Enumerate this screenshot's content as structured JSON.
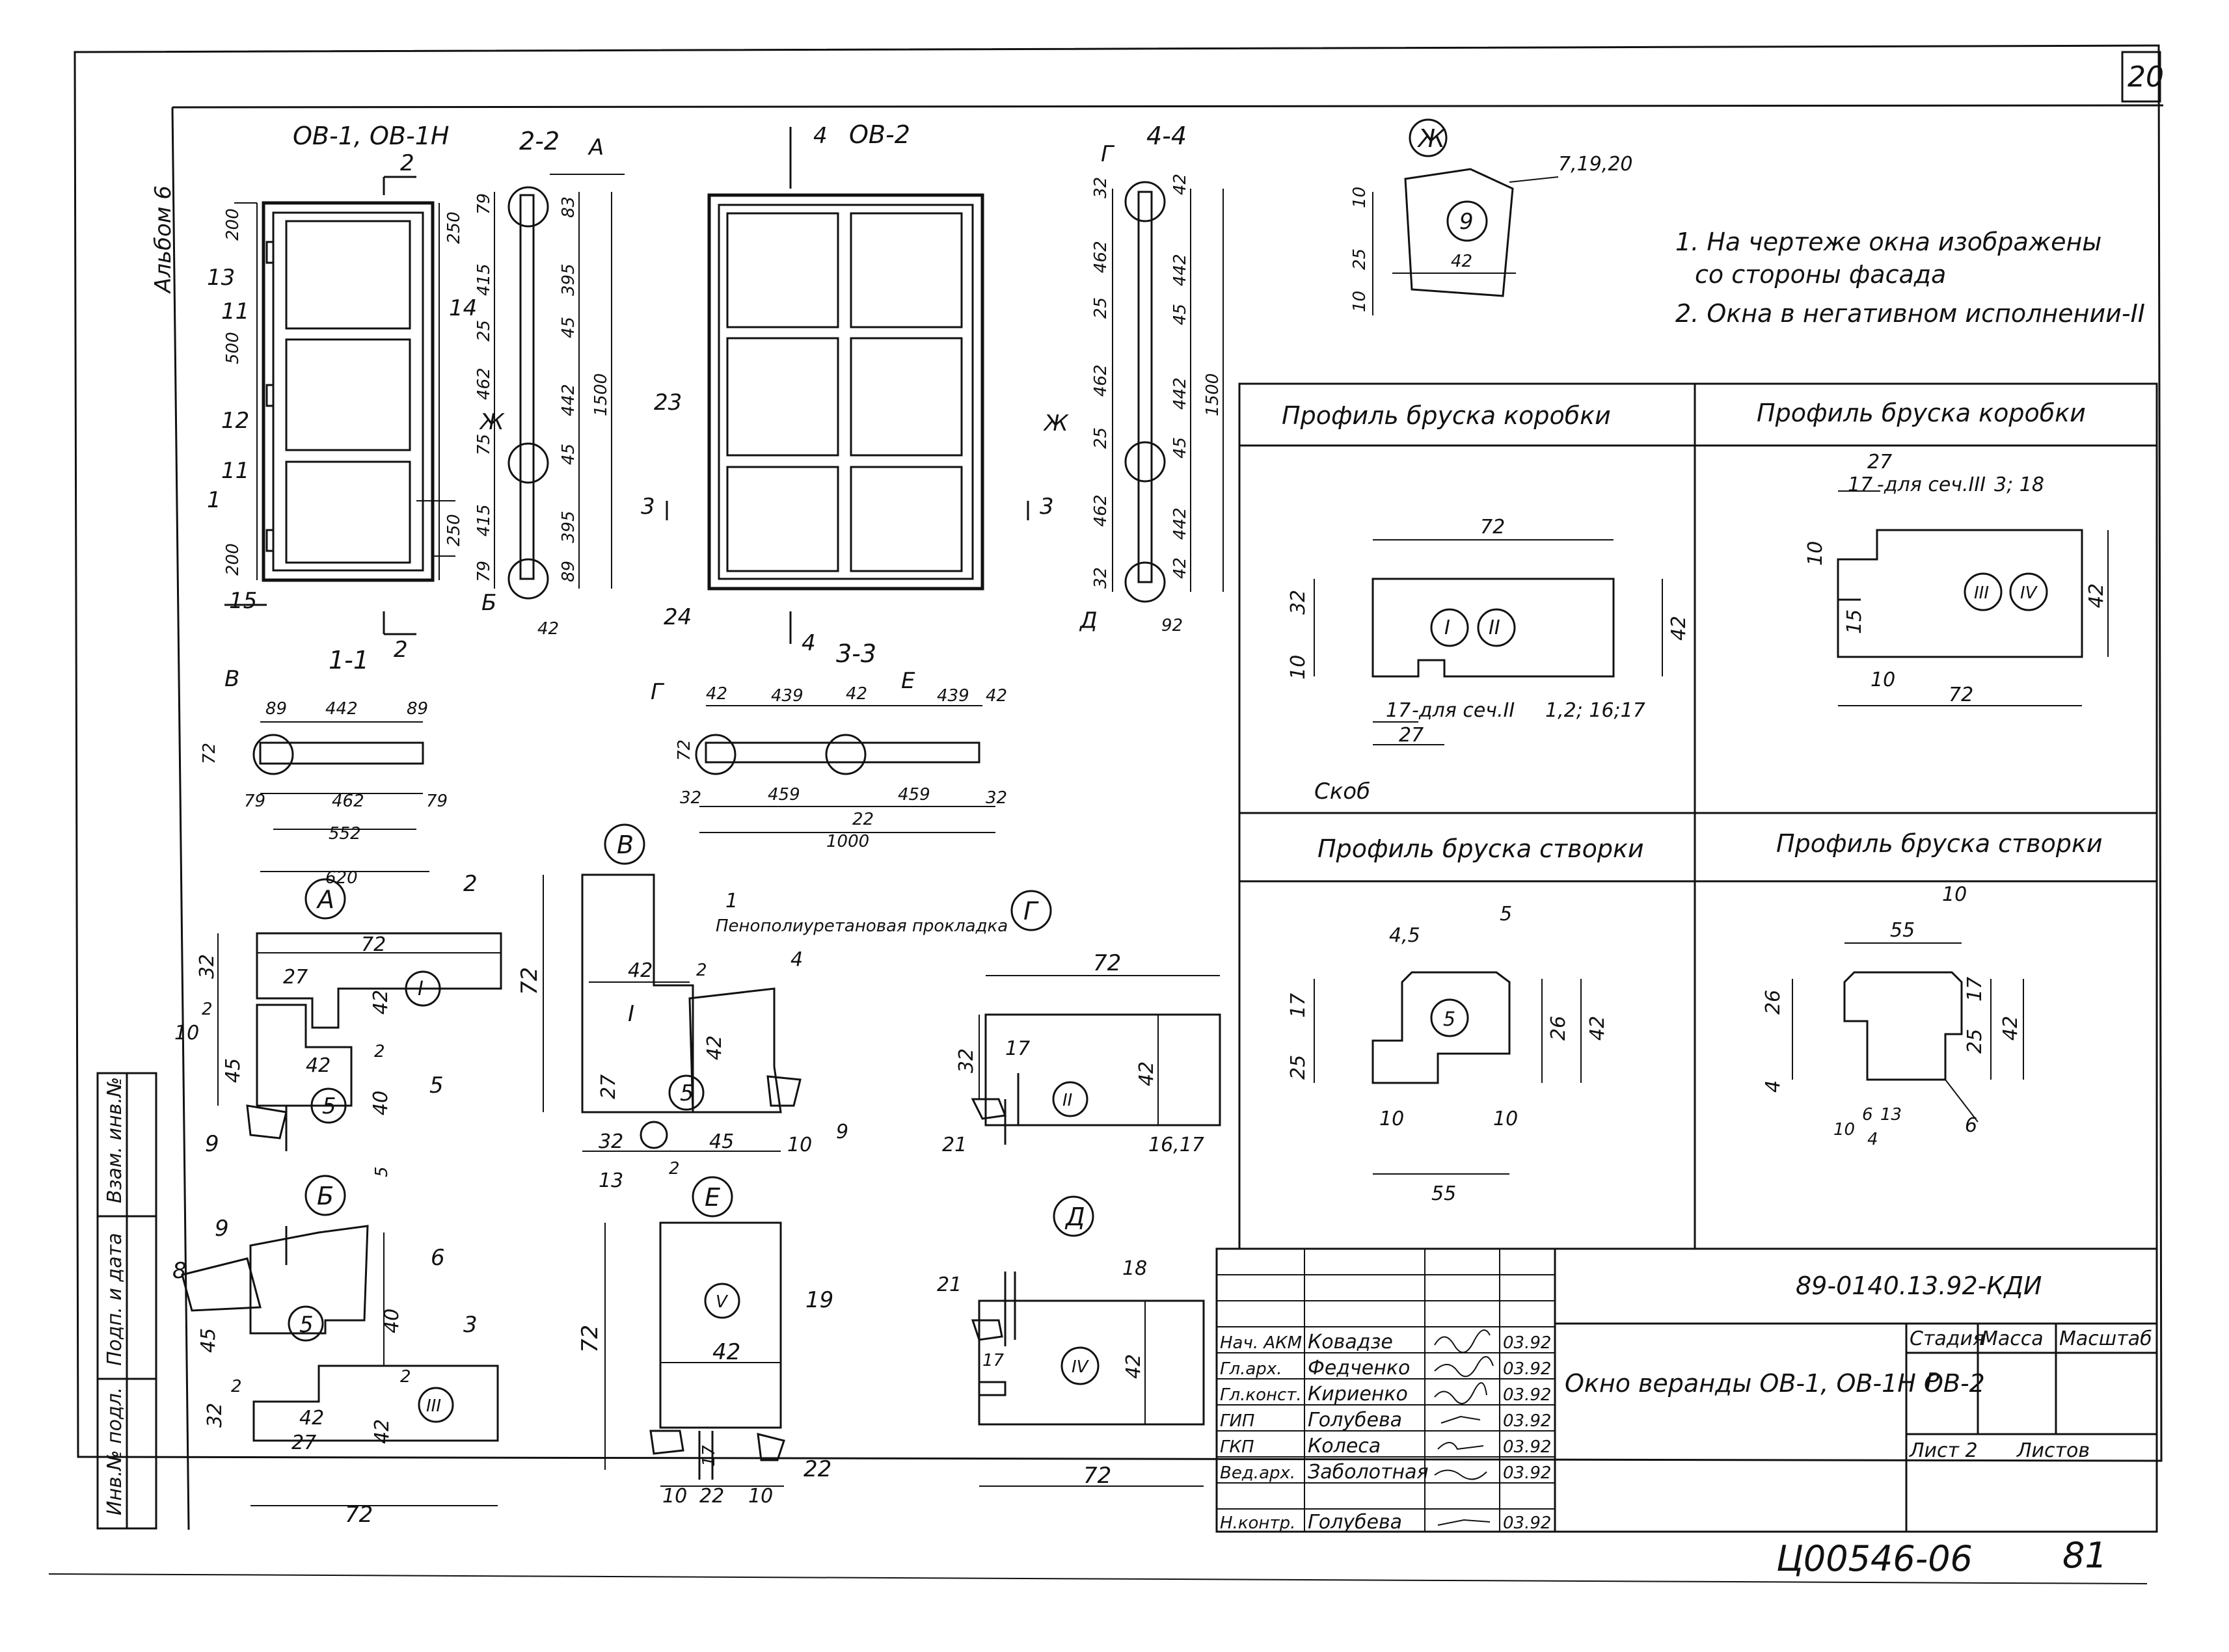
{
  "sheet_corner_number": "20",
  "side_margin_labels": [
    "Инв.№ подл.",
    "Подп. и дата",
    "Взам. инв.№"
  ],
  "side_top_label": "Альбом 6",
  "views": {
    "ob1": {
      "title": "ОВ-1, ОВ-1Н",
      "cut_2": "2",
      "cut_1": "1",
      "dims_left": [
        "200",
        "500",
        "200"
      ],
      "dims_right": [
        "250",
        "250"
      ],
      "callouts": [
        "13",
        "11",
        "12",
        "11",
        "15",
        "14"
      ]
    },
    "s22": {
      "title": "2-2",
      "nodes": [
        "А",
        "Ж",
        "Б"
      ],
      "dims_left": [
        "79",
        "415",
        "25",
        "462",
        "75",
        "415",
        "79"
      ],
      "dims_right": [
        "83",
        "395",
        "45",
        "442",
        "45",
        "395",
        "89"
      ],
      "total": "1500",
      "bottom": "42"
    },
    "ob2": {
      "title": "ОВ-2",
      "cut_4": "4",
      "cut_3": "3",
      "callouts": [
        "23",
        "24"
      ]
    },
    "s44": {
      "title": "4-4",
      "nodes": [
        "Г",
        "Ж",
        "Д"
      ],
      "dims_left": [
        "32",
        "462",
        "25",
        "462",
        "25",
        "462",
        "32"
      ],
      "dims_right": [
        "42",
        "442",
        "45",
        "442",
        "45",
        "442",
        "42"
      ],
      "total": "1500",
      "bottom": "92"
    },
    "s11": {
      "title": "1-1",
      "node": "В",
      "top": [
        "89",
        "442",
        "89"
      ],
      "bottom": [
        "79",
        "462",
        "79"
      ],
      "mid": "552",
      "total": "620",
      "height": "72"
    },
    "s33": {
      "title": "3-3",
      "nodes": [
        "Г",
        "Е"
      ],
      "top": [
        "42",
        "439",
        "42",
        "439",
        "42"
      ],
      "bottom": [
        "32",
        "459",
        "22",
        "459",
        "32"
      ],
      "total": "1000",
      "height": "72"
    },
    "nodeZh": {
      "label": "Ж",
      "ref": "7,19,20",
      "part": "9",
      "dims": [
        "10",
        "25",
        "10"
      ],
      "width": "42"
    }
  },
  "notes": [
    "1. На чертеже окна изображены",
    "со стороны фасада",
    "2. Окна в негативном исполнении-II"
  ],
  "profiles": {
    "box1": {
      "title": "Профиль бруска коробки",
      "width": "72",
      "height": "42",
      "dims": [
        "32",
        "10",
        "17",
        "27"
      ],
      "note": "-для сеч.II",
      "refs": "1,2; 16;17",
      "marks": [
        "I",
        "II"
      ],
      "label": "Скоб"
    },
    "box2": {
      "title": "Профиль бруска коробки",
      "width": "72",
      "height": "42",
      "dims": [
        "27",
        "17",
        "10",
        "15",
        "10"
      ],
      "note": "-для сеч.III",
      "refs": "3; 18",
      "marks": [
        "III",
        "IV"
      ]
    },
    "sash1": {
      "title": "Профиль бруска створки",
      "width": "55",
      "dims": [
        "4,5",
        "5",
        "17",
        "25",
        "26",
        "42",
        "10",
        "10"
      ],
      "mark": "5"
    },
    "sash2": {
      "title": "Профиль бруска створки",
      "width": "55",
      "dims": [
        "10",
        "26",
        "25",
        "17",
        "42",
        "4",
        "10",
        "6",
        "13",
        "4"
      ],
      "mark": "6"
    }
  },
  "details": {
    "A": {
      "label": "А",
      "dims": [
        "32",
        "72",
        "27",
        "42",
        "10",
        "2",
        "45",
        "42",
        "40",
        "2",
        "5"
      ],
      "callouts": [
        "2",
        "I",
        "5",
        "5",
        "9"
      ]
    },
    "B": {
      "label": "Б",
      "dims": [
        "45",
        "2",
        "40",
        "32",
        "42",
        "27",
        "42",
        "2",
        "72"
      ],
      "callouts": [
        "9",
        "8",
        "5",
        "6",
        "3",
        "III"
      ]
    },
    "V": {
      "label": "В",
      "dims": [
        "72",
        "42",
        "2",
        "27",
        "32",
        "45",
        "2",
        "42"
      ],
      "callouts": [
        "1",
        "I",
        "5",
        "4",
        "13",
        "10",
        "9"
      ],
      "note": "Пенополиуретановая прокладка"
    },
    "G": {
      "label": "Г",
      "dims": [
        "72",
        "32",
        "17",
        "42"
      ],
      "callouts": [
        "II",
        "16,17",
        "21"
      ]
    },
    "E": {
      "label": "Е",
      "dims": [
        "72",
        "42",
        "17",
        "10",
        "22",
        "10"
      ],
      "callouts": [
        "V",
        "19",
        "22"
      ]
    },
    "D": {
      "label": "Д",
      "dims": [
        "17",
        "42",
        "72"
      ],
      "callouts": [
        "18",
        "IV",
        "21"
      ]
    }
  },
  "title_block": {
    "doc_code": "89-0140.13.92-КДИ",
    "name": "Окно веранды ОВ-1, ОВ-1Н ОВ-2",
    "stage_label": "Стадия",
    "mass_label": "Масса",
    "scale_label": "Масштаб",
    "stage": "Р",
    "sheet_label": "Лист 2",
    "sheets_label": "Листов",
    "signatures": [
      {
        "role": "Нач. АКМ",
        "name": "Ковадзе",
        "date": "03.92"
      },
      {
        "role": "Гл.арх.",
        "name": "Федченко",
        "date": "03.92"
      },
      {
        "role": "Гл.конст.",
        "name": "Кириенко",
        "date": "03.92"
      },
      {
        "role": "ГИП",
        "name": "Голубева",
        "date": "03.92"
      },
      {
        "role": "ГКП",
        "name": "Колеса",
        "date": "03.92"
      },
      {
        "role": "Вед.арх.",
        "name": "Заболотная",
        "date": "03.92"
      },
      {
        "role": "",
        "name": "",
        "date": ""
      },
      {
        "role": "Н.контр.",
        "name": "Голубева",
        "date": "03.92"
      }
    ]
  },
  "stamp": "Ц00546-06",
  "page_number": "81"
}
